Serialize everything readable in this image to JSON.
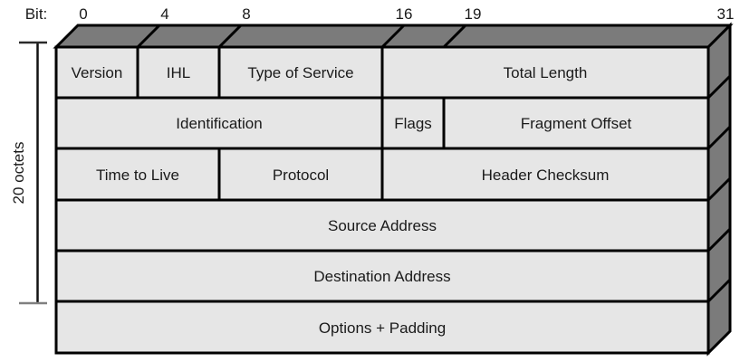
{
  "colors": {
    "cell_fill": "#e6e6e6",
    "face_fill": "#7b7b7b",
    "line": "#000000",
    "bracket_gray": "#808080"
  },
  "bit_scale": {
    "label": "Bit:",
    "tick_0": "0",
    "tick_4": "4",
    "tick_8": "8",
    "tick_16": "16",
    "tick_19": "19",
    "tick_31": "31"
  },
  "side_label": "20 octets",
  "fields": {
    "version": "Version",
    "ihl": "IHL",
    "type_of_service": "Type of Service",
    "total_length": "Total Length",
    "identification": "Identification",
    "flags": "Flags",
    "fragment_offset": "Fragment Offset",
    "time_to_live": "Time to Live",
    "protocol": "Protocol",
    "header_checksum": "Header Checksum",
    "source_address": "Source Address",
    "destination_address": "Destination Address",
    "options_padding": "Options + Padding"
  }
}
